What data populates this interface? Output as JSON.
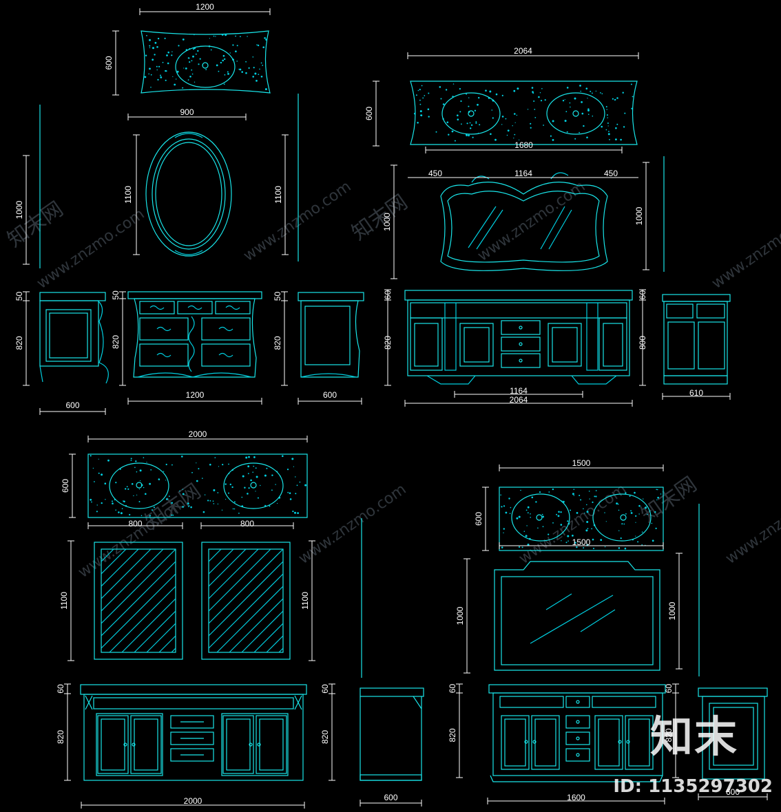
{
  "drawing": {
    "line_color": "#19e6ea",
    "detail_color": "#00cfe0",
    "text_color": "#ffffff",
    "background": "#000000"
  },
  "dimensions": {
    "tl": {
      "top_width": "1200",
      "top_depth": "600",
      "mirror_width": "900",
      "mirror_height_left": "1100",
      "mirror_height_right": "1100",
      "wall_height_left": "1000",
      "counter_left": "50",
      "counter_mid": "50",
      "counter_right": "50",
      "cab_left": "820",
      "cab_mid": "820",
      "cab_right": "820",
      "side_left_width": "600",
      "front_width": "1200",
      "side_right_width": "600"
    },
    "tr": {
      "top_width": "2064",
      "top_depth": "600",
      "top_inner": "1680",
      "seg_left": "450",
      "seg_mid": "1164",
      "seg_right": "450",
      "mirror_left": "1000",
      "mirror_right": "1000",
      "counter_left": "60",
      "counter_right": "60",
      "cab_left": "820",
      "cab_right": "800",
      "front_inner": "1164",
      "front_width": "2064",
      "side_width": "610"
    },
    "bl": {
      "top_width": "2000",
      "top_depth": "600",
      "bowl_left": "800",
      "bowl_right": "800",
      "mirror_left": "1100",
      "mirror_right": "1100",
      "counter_left": "60",
      "counter_right": "60",
      "cab_left": "820",
      "cab_right": "820",
      "front_width": "2000",
      "side_width": "600"
    },
    "br": {
      "top_width": "1500",
      "top_depth": "600",
      "top_inner": "1500",
      "mirror_left": "1000",
      "mirror_right": "1000",
      "counter_left": "60",
      "counter_right": "60",
      "cab_left": "820",
      "cab_right": "820",
      "front_width": "1600",
      "side_width": "600"
    }
  },
  "watermarks": {
    "url": "www.znzmo.com",
    "cn": "知末网",
    "brand": "知末",
    "id": "ID: 1135297302"
  }
}
